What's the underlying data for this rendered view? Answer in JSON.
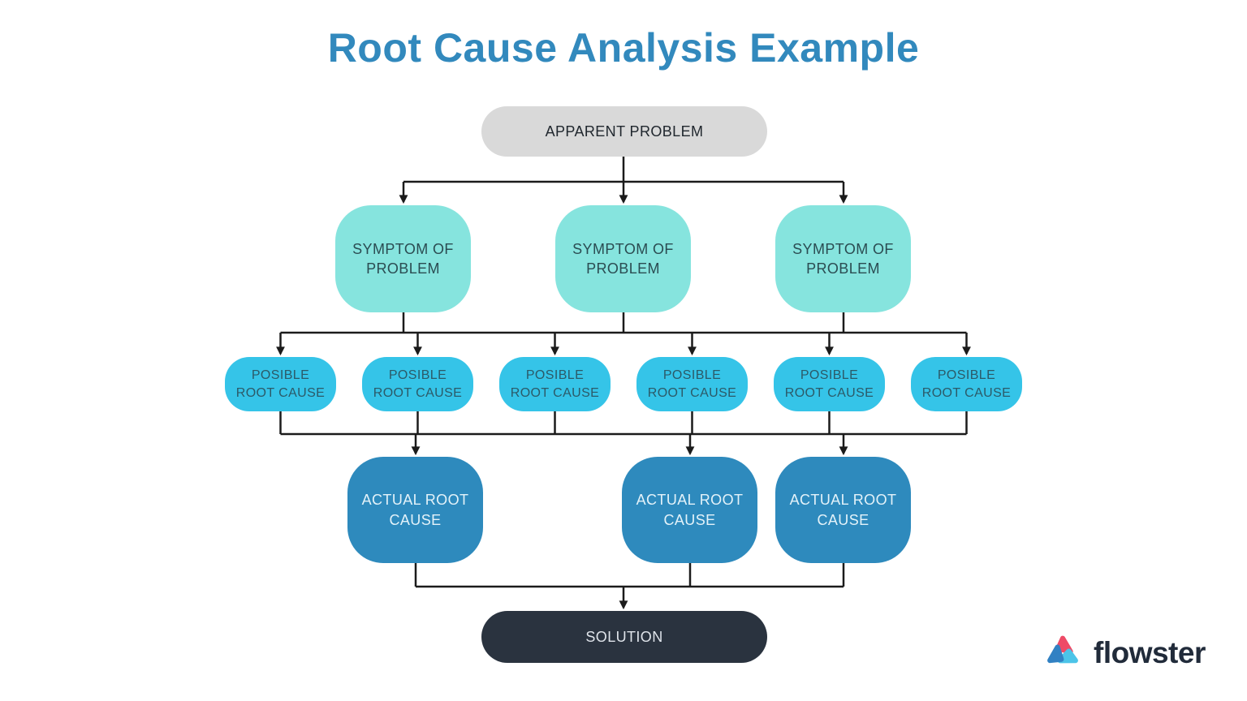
{
  "title": "Root Cause Analysis Example",
  "diagram": {
    "apparent_problem": {
      "label": "APPARENT PROBLEM"
    },
    "symptoms": [
      {
        "label": "SYMPTOM OF\nPROBLEM"
      },
      {
        "label": "SYMPTOM OF\nPROBLEM"
      },
      {
        "label": "SYMPTOM OF\nPROBLEM"
      }
    ],
    "possible_root_causes": [
      {
        "label": "POSIBLE\nROOT CAUSE"
      },
      {
        "label": "POSIBLE\nROOT CAUSE"
      },
      {
        "label": "POSIBLE\nROOT CAUSE"
      },
      {
        "label": "POSIBLE\nROOT CAUSE"
      },
      {
        "label": "POSIBLE\nROOT CAUSE"
      },
      {
        "label": "POSIBLE\nROOT CAUSE"
      }
    ],
    "actual_root_causes": [
      {
        "label": "ACTUAL ROOT\nCAUSE"
      },
      {
        "label": "ACTUAL ROOT\nCAUSE"
      },
      {
        "label": "ACTUAL ROOT\nCAUSE"
      }
    ],
    "solution": {
      "label": "SOLUTION"
    }
  },
  "branding": {
    "logo_text": "flowster"
  },
  "colors": {
    "title": "#3289bd",
    "apparent_box": "#d9d9d9",
    "symptom_box": "#86e4de",
    "possible_box": "#35c4e8",
    "actual_box": "#2e8abd",
    "solution_box": "#2a333f",
    "connector": "#1b1b1b",
    "logo_text": "#212b3a",
    "logo_pink": "#ee4a66",
    "logo_blue": "#3181c3",
    "logo_cyan": "#4cc4e8"
  }
}
